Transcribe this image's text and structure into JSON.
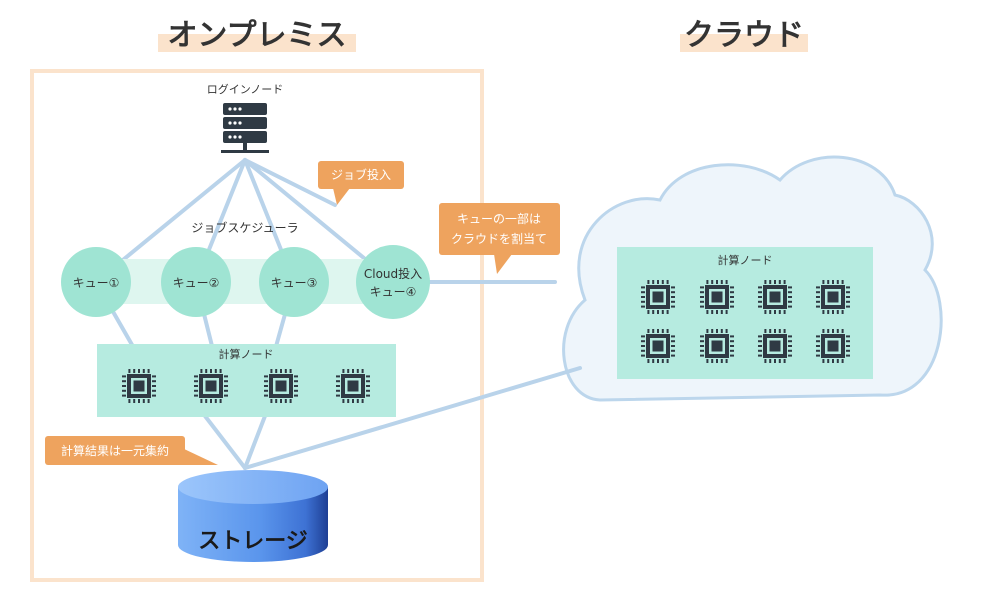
{
  "sections": {
    "onprem_title": "オンプレミス",
    "cloud_title": "クラウド"
  },
  "nodes": {
    "login_node": "ログインノード",
    "job_scheduler": "ジョブスケジューラ",
    "compute_node_label": "計算ノード",
    "cloud_compute_node_label": "計算ノード",
    "storage": "ストレージ"
  },
  "queues": {
    "q1": "キュー①",
    "q2": "キュー②",
    "q3": "キュー③",
    "q4_line1": "Cloud投入",
    "q4_line2": "キュー④"
  },
  "callouts": {
    "job_submit": "ジョブ投入",
    "cloud_alloc_line1": "キューの一部は",
    "cloud_alloc_line2": "クラウドを割当て",
    "result_agg": "計算結果は一元集約"
  },
  "colors": {
    "title_highlight": "#fbe3cc",
    "onprem_border": "#fbe3cc",
    "connector": "#b9d3ea",
    "queue_circle": "#9fe4d3",
    "scheduler_band": "#def6ef",
    "compute_box": "#b6ebe0",
    "chip": "#2f3a44",
    "callout": "#eea35e",
    "cloud_fill": "#eef5fb",
    "cloud_stroke": "#bcd6ec",
    "storage_blue": "#6ea6f2"
  },
  "icons": {
    "server": "server-rack-icon",
    "chip": "cpu-chip-icon",
    "storage": "database-cylinder-icon",
    "cloud": "cloud-shape"
  }
}
